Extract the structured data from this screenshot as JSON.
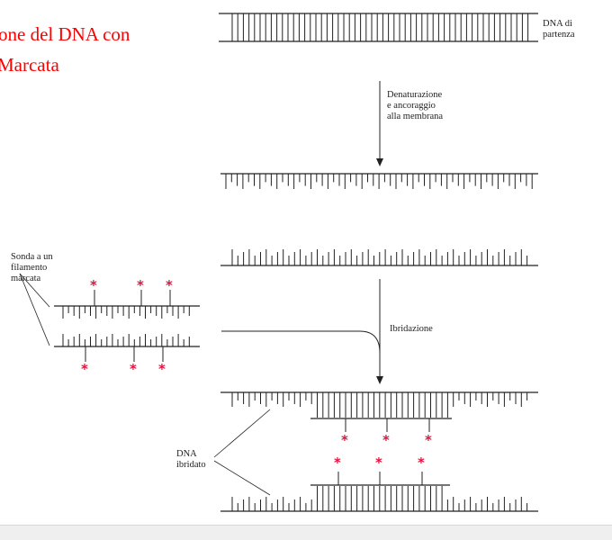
{
  "slide": {
    "title_line1": "one del DNA con",
    "title_line2": "Marcata"
  },
  "labels": {
    "dna_start": "DNA di\npartenza",
    "step1": "Denaturazione\ne ancoraggio\nalla membrana",
    "probe": "Sonda a un\nfilamento\nmarcata",
    "step2": "Ibridazione",
    "hybrid": "DNA\nibridato"
  },
  "marker_symbol": "*",
  "colors": {
    "title": "#ff0000",
    "marker": "#e0143c",
    "line": "#222222"
  }
}
